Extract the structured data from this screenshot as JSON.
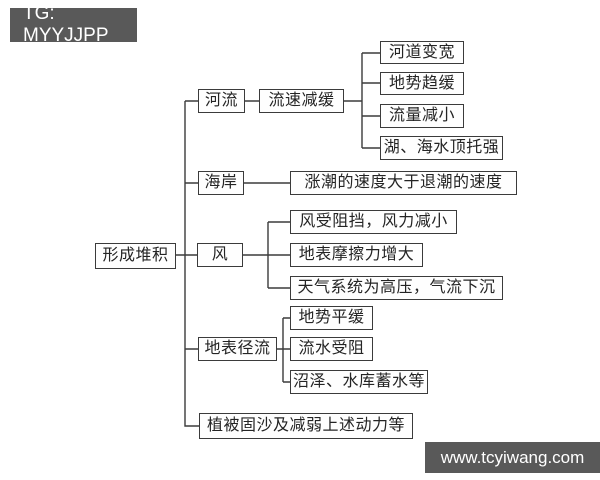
{
  "watermarks": {
    "top_left": "TG: MYYJJPP",
    "bottom_right": "www.tcyiwang.com"
  },
  "colors": {
    "background": "#ffffff",
    "line": "#3b3b3b",
    "box_border": "#3b3b3b",
    "box_bg": "#fefefe",
    "text": "#242424",
    "watermark_bg": "#595959",
    "watermark_text": "#ffffff"
  },
  "diagram": {
    "root": "形成堆积",
    "branches": [
      {
        "label": "河流",
        "child": {
          "label": "流速减缓",
          "leaves": [
            "河道变宽",
            "地势趋缓",
            "流量减小",
            "湖、海水顶托强"
          ]
        }
      },
      {
        "label": "海岸",
        "leaves": [
          "涨潮的速度大于退潮的速度"
        ]
      },
      {
        "label": "风",
        "leaves": [
          "风受阻挡，风力减小",
          "地表摩擦力增大",
          "天气系统为高压，气流下沉"
        ]
      },
      {
        "label": "地表径流",
        "leaves": [
          "地势平缓",
          "流水受阻",
          "沼泽、水库蓄水等"
        ]
      },
      {
        "label": "植被固沙及减弱上述动力等"
      }
    ]
  }
}
